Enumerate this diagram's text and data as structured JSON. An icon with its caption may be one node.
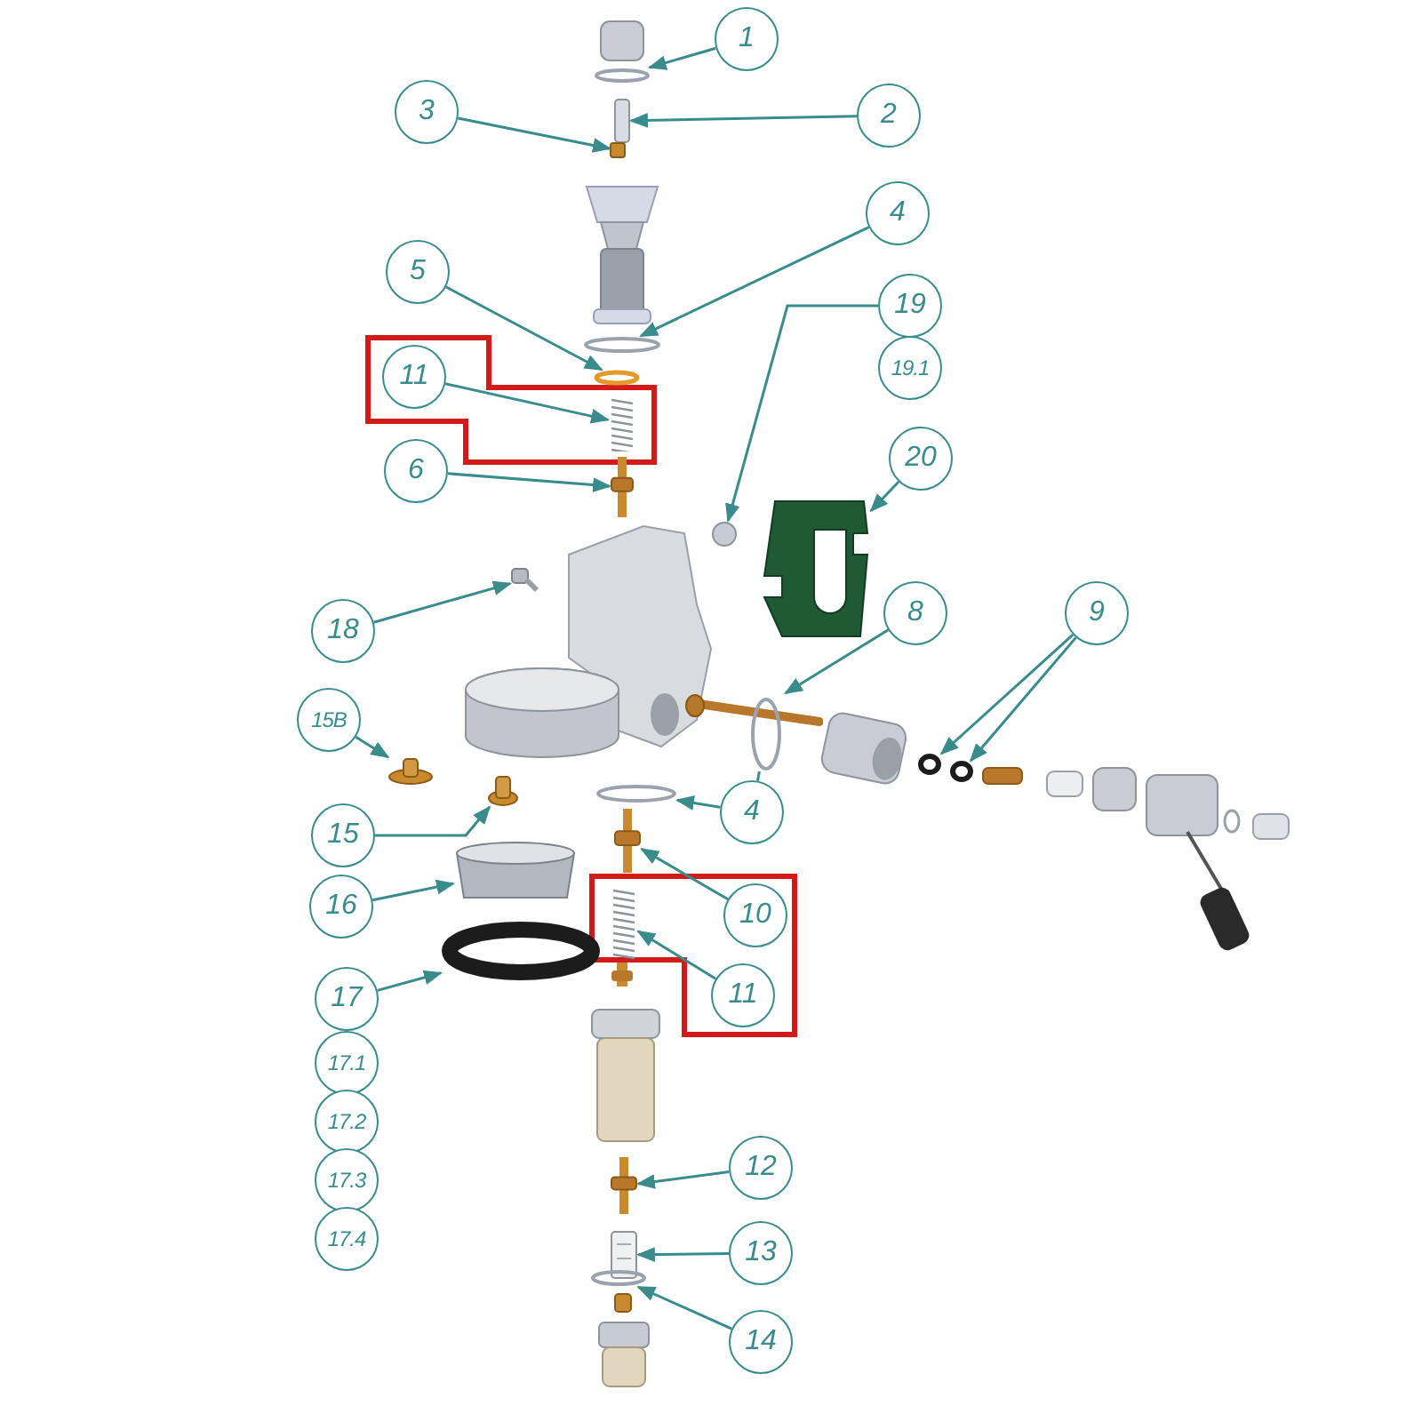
{
  "diagram": {
    "nodes": [
      {
        "text": [
          "1"
        ]
      },
      {
        "text": [
          "3"
        ]
      },
      {
        "text": [
          "2"
        ]
      },
      {
        "text": [
          "4"
        ]
      },
      {
        "text": [
          "5"
        ]
      },
      {
        "text": [
          "19"
        ]
      },
      {
        "text": [
          "19.1"
        ]
      },
      {
        "text": [
          "11"
        ]
      },
      {
        "text": [
          "20"
        ]
      },
      {
        "text": [
          "6"
        ]
      },
      {
        "text": [
          "8"
        ]
      },
      {
        "text": [
          "9"
        ]
      },
      {
        "text": [
          "18"
        ]
      },
      {
        "text": [
          "15B"
        ]
      },
      {
        "text": [
          "4"
        ]
      },
      {
        "text": [
          "15"
        ]
      },
      {
        "text": [
          "10"
        ]
      },
      {
        "text": [
          "16"
        ]
      },
      {
        "text": [
          "11"
        ]
      },
      {
        "text": [
          "17"
        ]
      },
      {
        "text": [
          "17.1"
        ]
      },
      {
        "text": [
          "17.2"
        ]
      },
      {
        "text": [
          "17.3"
        ]
      },
      {
        "text": [
          "17.4"
        ]
      },
      {
        "text": [
          "12"
        ]
      },
      {
        "text": [
          "13"
        ]
      },
      {
        "text": [
          "14"
        ]
      },
      {
        "text": [],
        "shape": "ring"
      },
      {
        "text": [],
        "shape": "box"
      },
      {
        "text": [],
        "shape": "box"
      },
      {
        "text": [],
        "shape": "ring"
      },
      {
        "text": [],
        "shape": "ring"
      },
      {
        "text": [],
        "shape": "circle"
      },
      {
        "text": [],
        "shape": "picture"
      },
      {
        "text": [],
        "shape": "picture"
      },
      {
        "text": [],
        "shape": "picture"
      },
      {
        "text": [],
        "shape": "picture"
      },
      {
        "text": [],
        "shape": "ring"
      },
      {
        "text": [],
        "shape": "ring"
      },
      {
        "text": [],
        "shape": "picture"
      },
      {
        "text": [],
        "shape": "cylinder"
      },
      {
        "text": [],
        "shape": "ring"
      },
      {
        "text": [],
        "shape": "ring"
      },
      {
        "text": [],
        "shape": "cylinder"
      },
      {
        "text": [],
        "shape": "picture"
      },
      {
        "text": [],
        "shape": "cylinder"
      },
      {
        "text": [],
        "shape": "picture"
      },
      {
        "text": [],
        "shape": "ring"
      },
      {
        "text": [],
        "shape": "picture"
      },
      {
        "text": [],
        "shape": "box"
      },
      {
        "text": [],
        "shape": "ring"
      }
    ],
    "edges": [
      {
        "from": 0,
        "to": 27,
        "arrow": "to"
      },
      {
        "from": 1,
        "to": 29,
        "arrow": "to"
      },
      {
        "from": 2,
        "to": 28,
        "arrow": "to"
      },
      {
        "from": 3,
        "to": 30,
        "arrow": "to"
      },
      {
        "from": 4,
        "to": 31,
        "arrow": "to"
      },
      {
        "from": 5,
        "to": 32,
        "arrow": "to"
      },
      {
        "from": 7,
        "to": 33,
        "arrow": "to"
      },
      {
        "from": 8,
        "to": 34,
        "arrow": "to"
      },
      {
        "from": 9,
        "to": 35,
        "arrow": "to"
      },
      {
        "from": 10,
        "to": 36,
        "arrow": "to"
      },
      {
        "from": 11,
        "to": 37,
        "arrow": "to"
      },
      {
        "from": 11,
        "to": 38,
        "arrow": "to"
      },
      {
        "from": 12,
        "to": 39,
        "arrow": "to"
      },
      {
        "from": 13,
        "to": 40,
        "arrow": "to"
      },
      {
        "from": 14,
        "to": 42,
        "arrow": "to"
      },
      {
        "from": 14,
        "to": 41,
        "arrow": "none"
      },
      {
        "from": 15,
        "to": 43,
        "arrow": "to"
      },
      {
        "from": 16,
        "to": 44,
        "arrow": "to"
      },
      {
        "from": 17,
        "to": 45,
        "arrow": "to"
      },
      {
        "from": 18,
        "to": 46,
        "arrow": "to"
      },
      {
        "from": 19,
        "to": 47,
        "arrow": "to"
      },
      {
        "from": 24,
        "to": 48,
        "arrow": "to"
      },
      {
        "from": 25,
        "to": 49,
        "arrow": "to"
      },
      {
        "from": 26,
        "to": 50,
        "arrow": "to"
      }
    ]
  }
}
